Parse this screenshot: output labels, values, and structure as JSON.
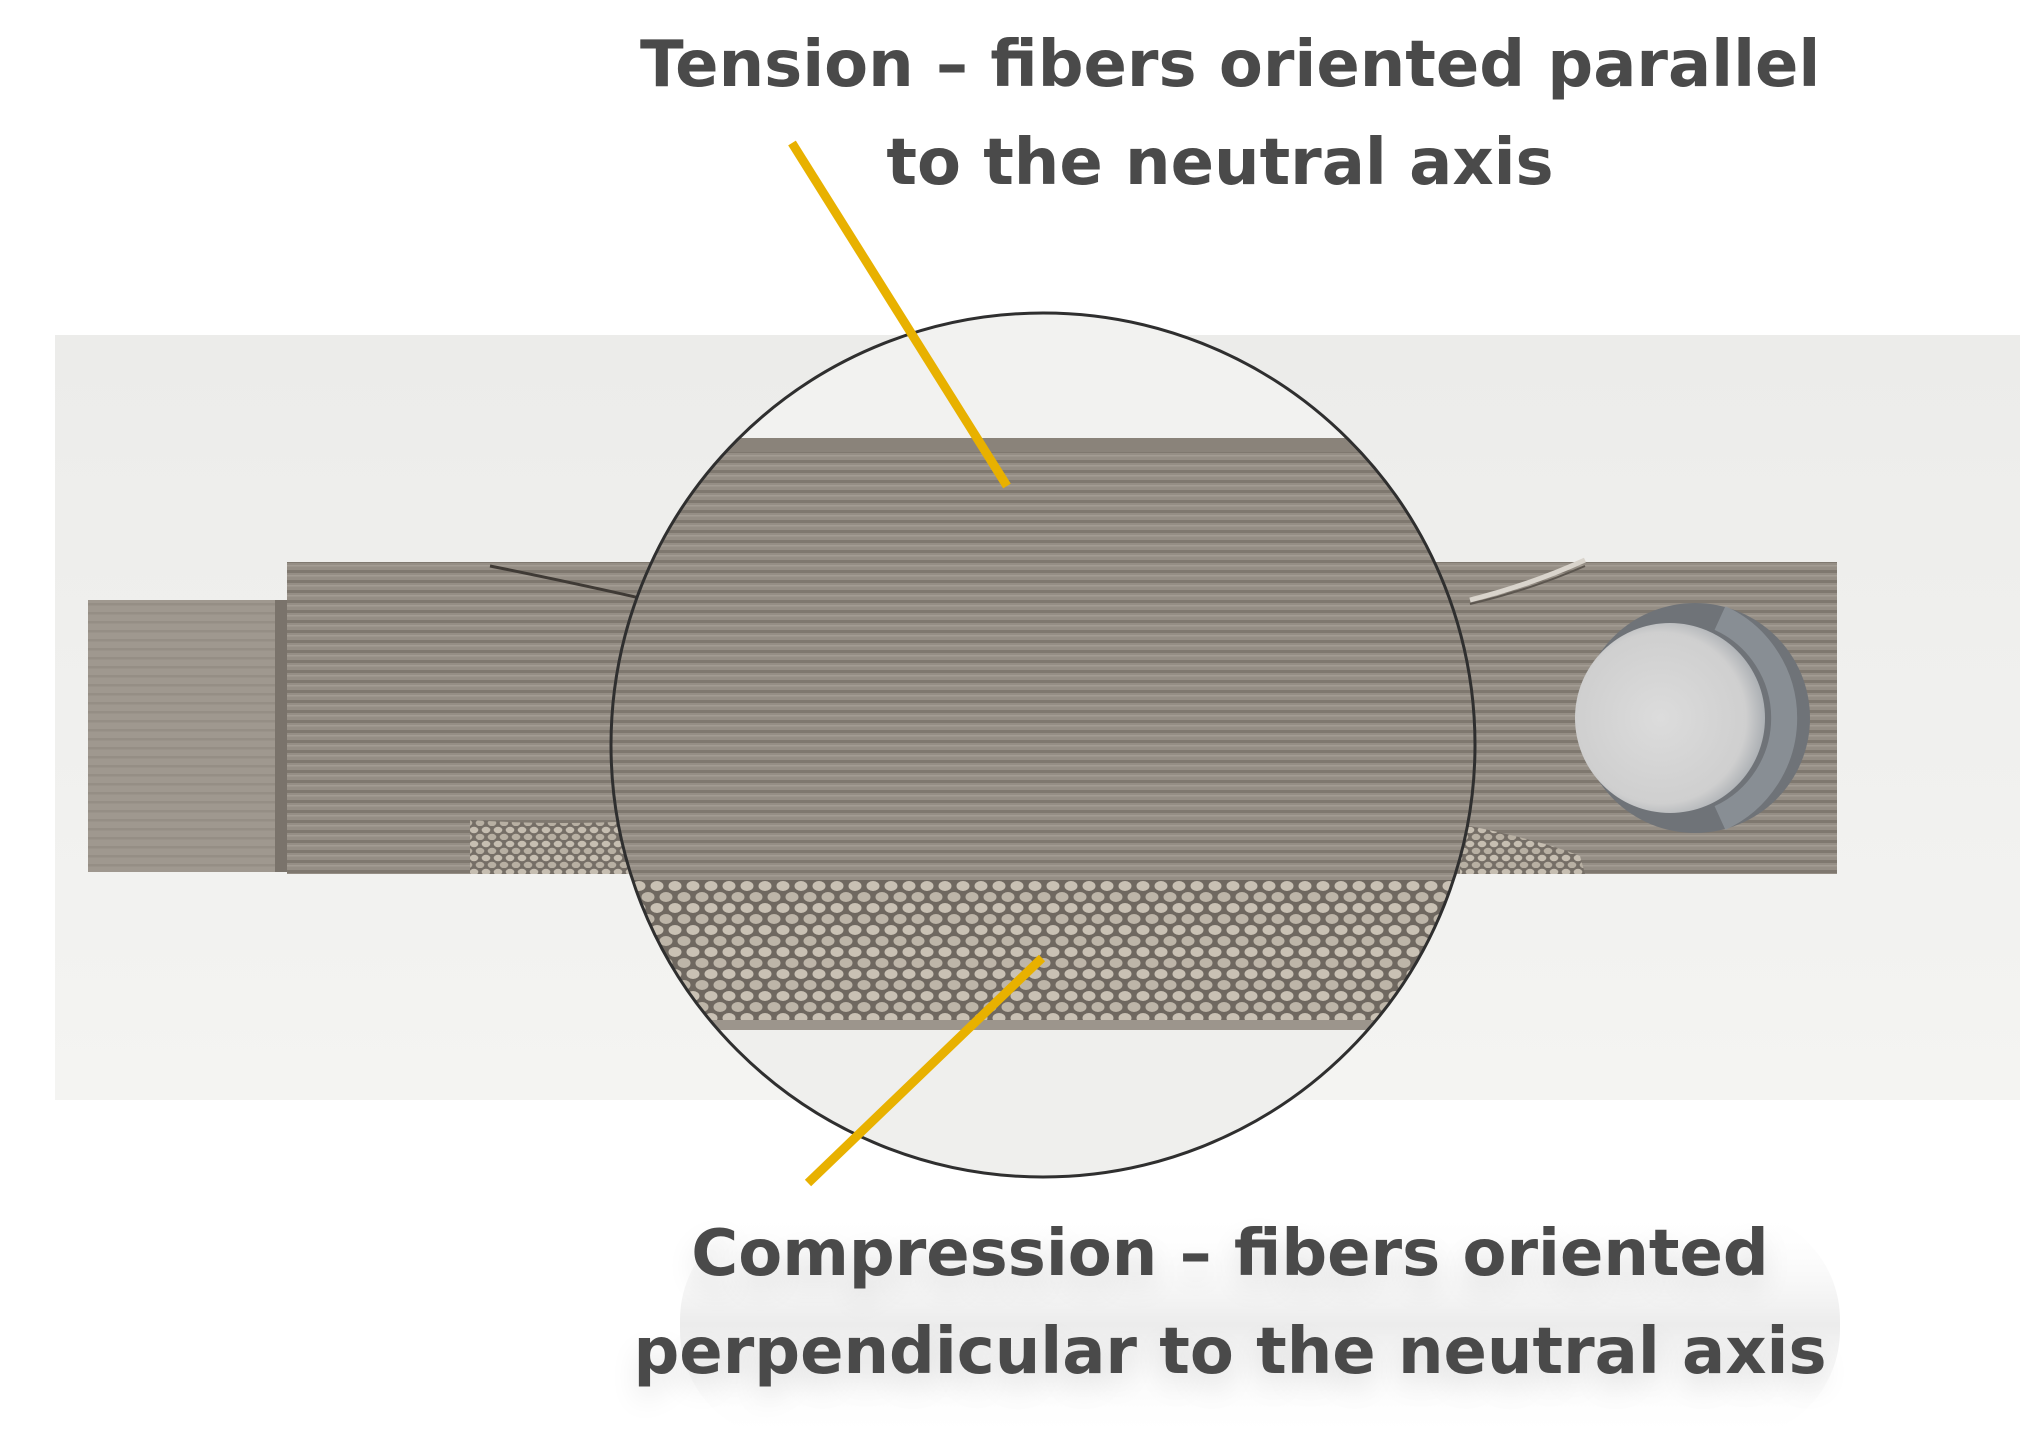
{
  "labels": {
    "tension": {
      "line1": "Tension – fibers oriented parallel",
      "line2": "to the neutral axis"
    },
    "compression": {
      "line1": "Compression –  fibers oriented",
      "line2": "perpendicular to the neutral axis"
    }
  },
  "colors": {
    "leader_line": "#E8B100",
    "label_text": "#4A4A4A",
    "part_gray": "#928B82",
    "background_panel": "#EDEDEB"
  }
}
